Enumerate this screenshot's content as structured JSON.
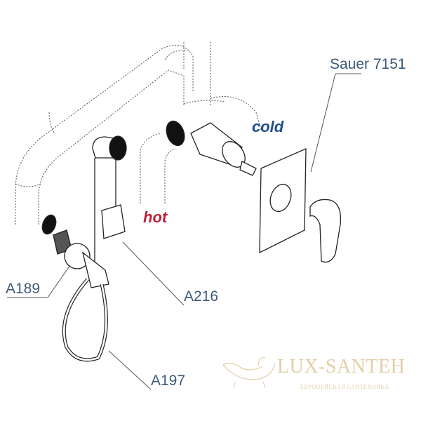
{
  "labels": {
    "sauer": "Sauer 7151",
    "cold": "cold",
    "hot": "hot",
    "a189": "A189",
    "a216": "A216",
    "a197": "A197"
  },
  "watermark": {
    "brand": "LUX-SANTEH",
    "tagline": "ЕВРОПЕЙСКАЯ САНТЕХНИКА"
  },
  "colors": {
    "cold": "#1f4e8c",
    "hot": "#c0203a",
    "label": "#3d5a78",
    "watermark": "#e2cfa6"
  }
}
